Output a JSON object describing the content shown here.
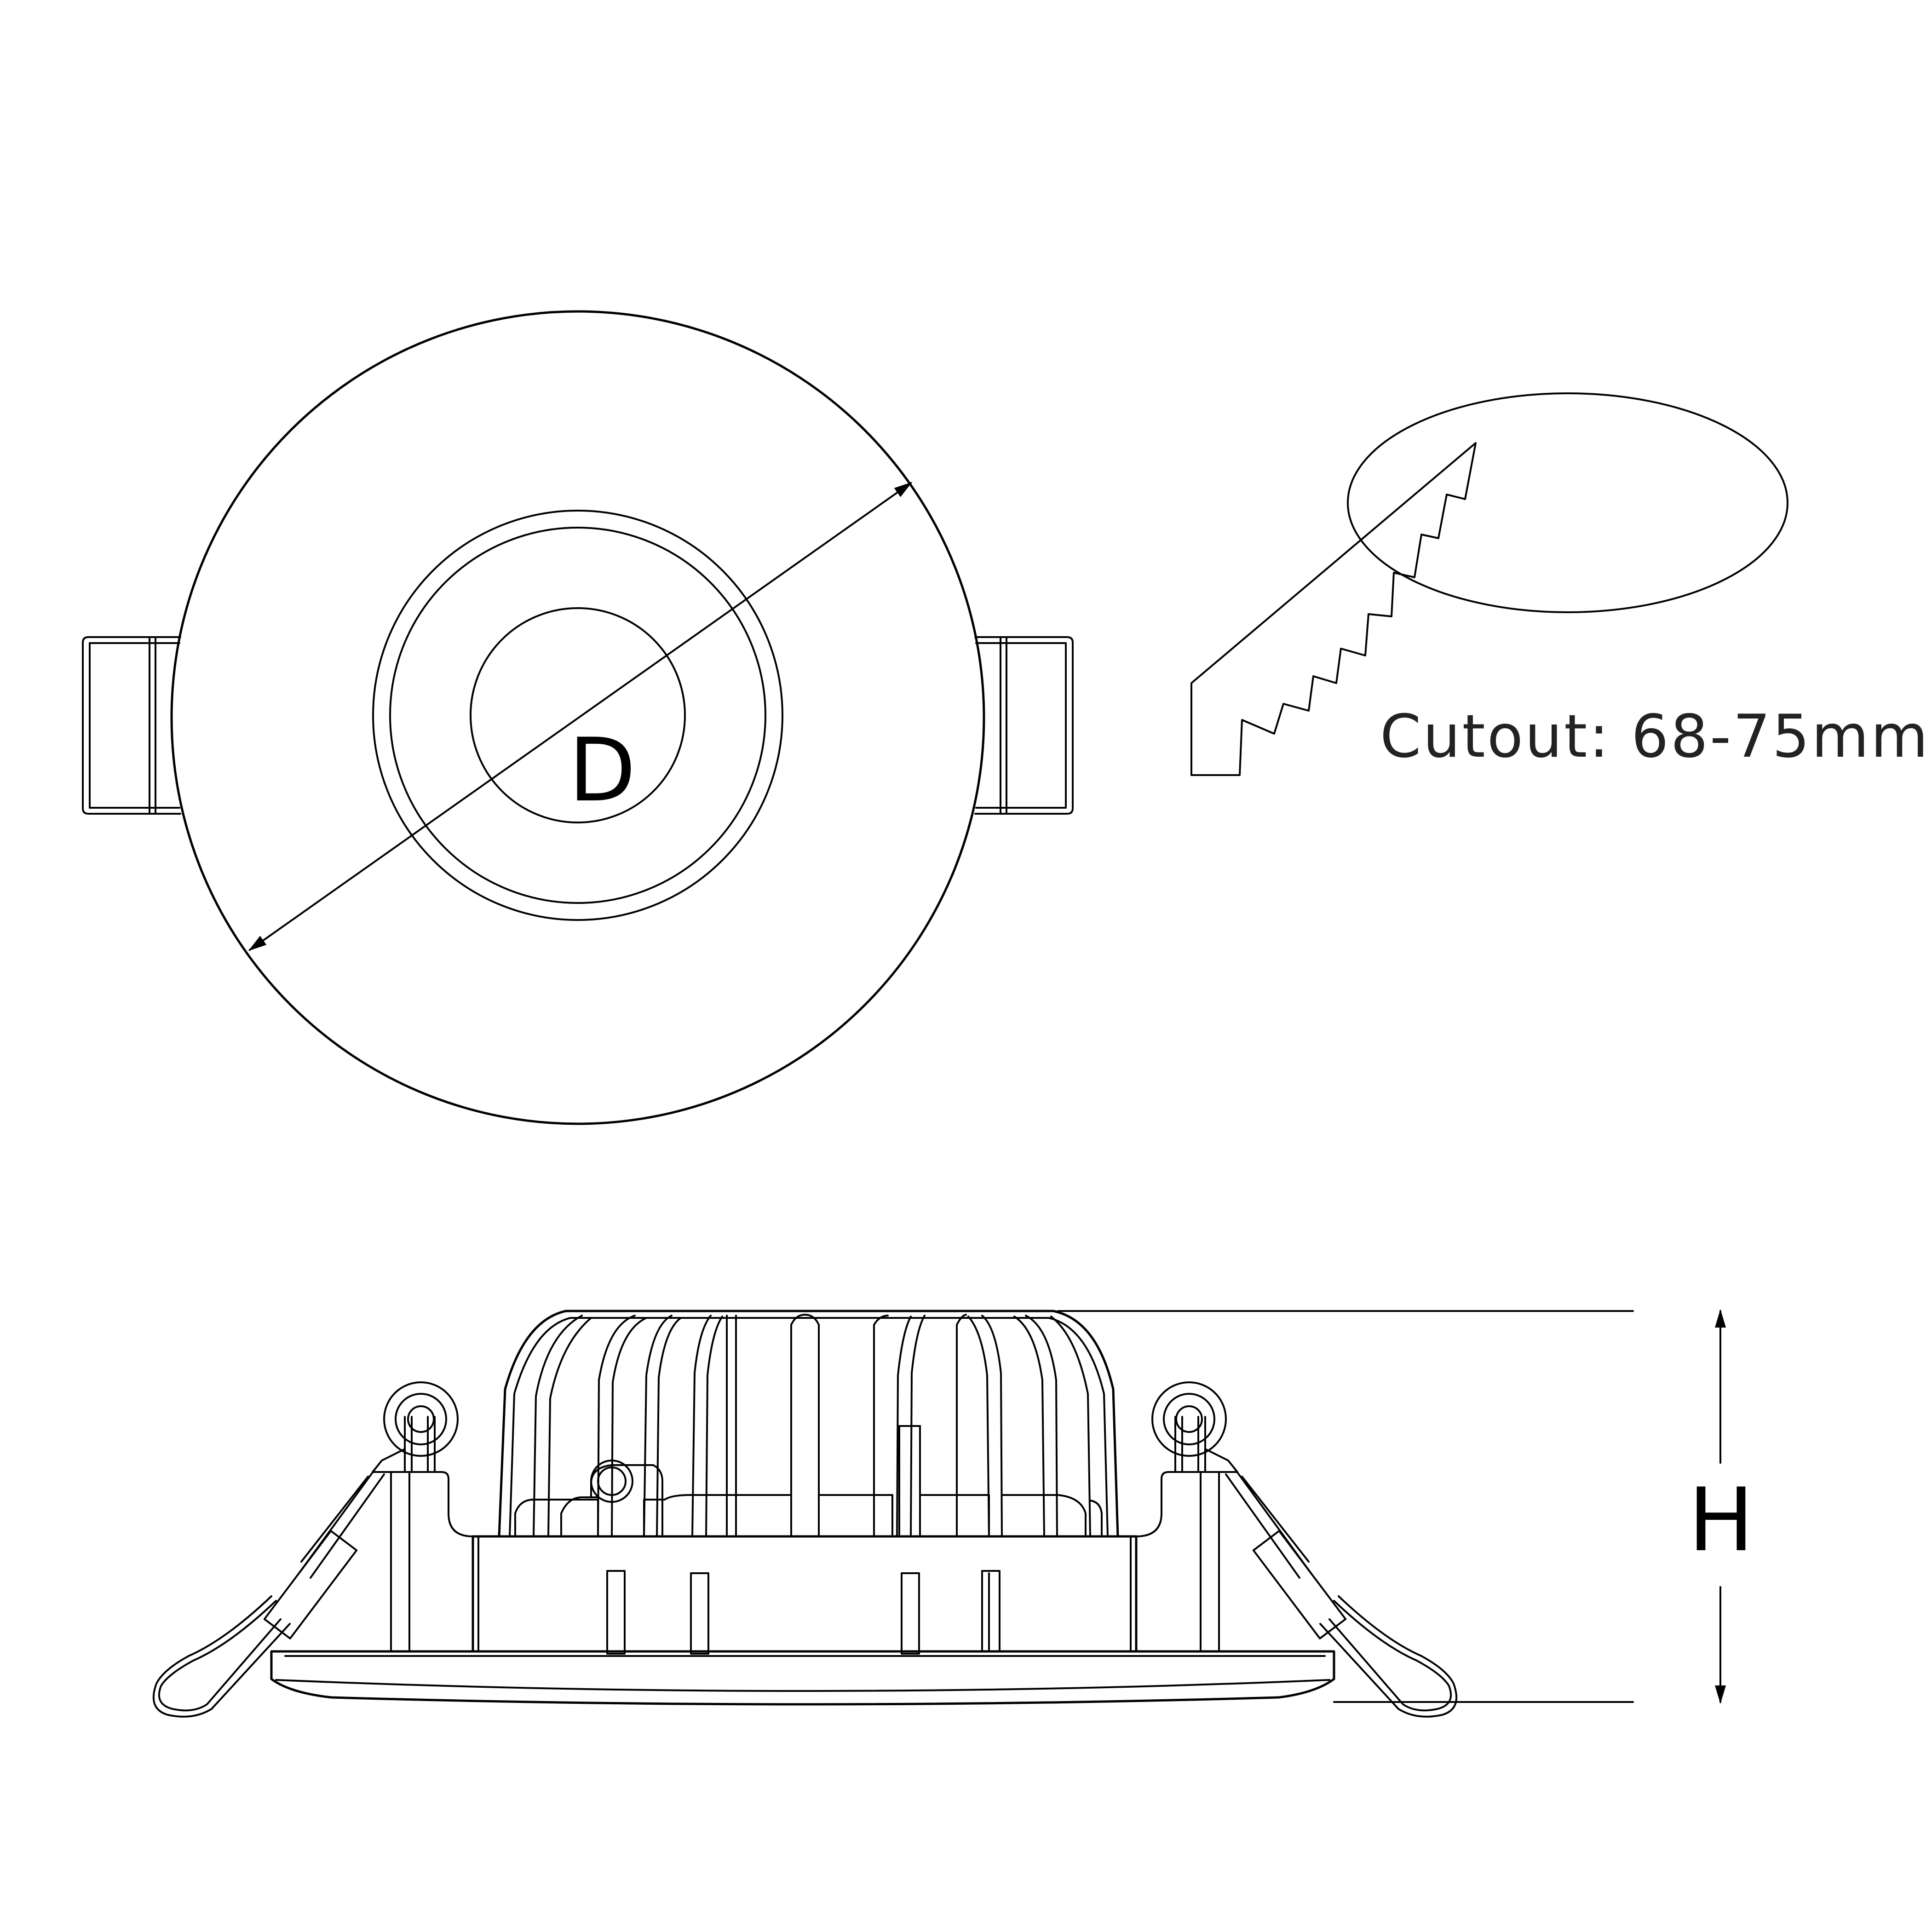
{
  "labels": {
    "diameter": "D",
    "height": "H",
    "cutout": "Cutout: 68-75mm"
  },
  "colors": {
    "line": "#000000",
    "background": "#ffffff"
  }
}
